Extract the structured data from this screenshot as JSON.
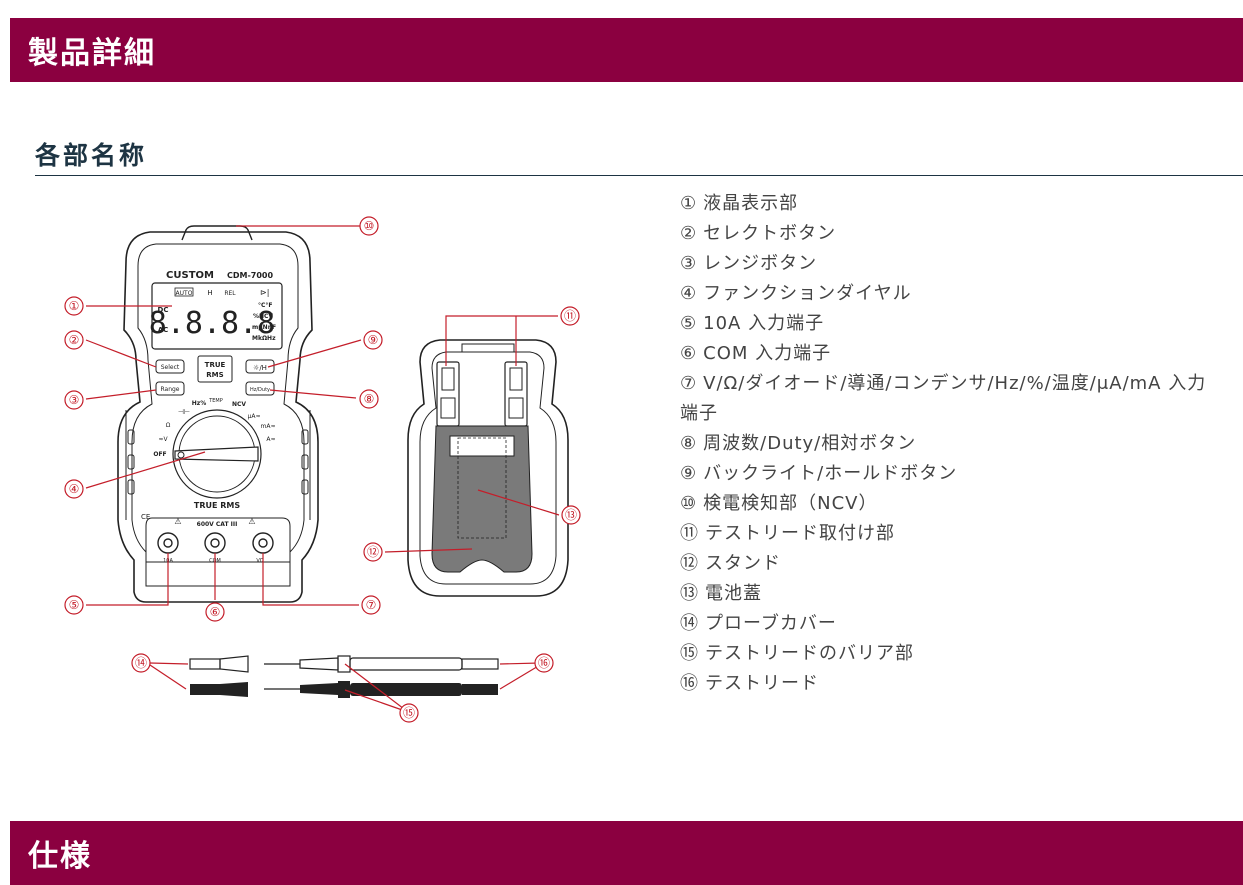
{
  "header": {
    "title": "製品詳細"
  },
  "section": {
    "title": "各部名称"
  },
  "footer": {
    "title": "仕様"
  },
  "parts": [
    {
      "num": "①",
      "label": "液晶表示部"
    },
    {
      "num": "②",
      "label": "セレクトボタン"
    },
    {
      "num": "③",
      "label": "レンジボタン"
    },
    {
      "num": "④",
      "label": "ファンクションダイヤル"
    },
    {
      "num": "⑤",
      "label": "10A 入力端子"
    },
    {
      "num": "⑥",
      "label": "COM 入力端子"
    },
    {
      "num": "⑦",
      "label": "V/Ω/ダイオード/導通/コンデンサ/Hz/%/温度/μA/mA 入力端子"
    },
    {
      "num": "⑧",
      "label": "周波数/Duty/相対ボタン"
    },
    {
      "num": "⑨",
      "label": "バックライト/ホールドボタン"
    },
    {
      "num": "⑩",
      "label": "検電検知部（NCV）"
    },
    {
      "num": "⑪",
      "label": "テストリード取付け部"
    },
    {
      "num": "⑫",
      "label": "スタンド"
    },
    {
      "num": "⑬",
      "label": "電池蓋"
    },
    {
      "num": "⑭",
      "label": "プローブカバー"
    },
    {
      "num": "⑮",
      "label": "テストリードのバリア部"
    },
    {
      "num": "⑯",
      "label": "テストリード"
    }
  ],
  "callouts": [
    "①",
    "②",
    "③",
    "④",
    "⑤",
    "⑥",
    "⑦",
    "⑧",
    "⑨",
    "⑩",
    "⑪",
    "⑫",
    "⑬",
    "⑭",
    "⑮",
    "⑯"
  ],
  "device": {
    "brand": "CUSTOM",
    "model": "CDM-7000",
    "lcd_digits": "8.8.8.8",
    "lcd_auto": "AUTO",
    "lcd_hold": "H",
    "lcd_rel": "REL",
    "lcd_dc": "DC",
    "lcd_ac": "AC",
    "lcd_units1": "°C°F",
    "lcd_units2": "%NCV",
    "lcd_units3": "mμNnF",
    "lcd_units4": "MkΩHz",
    "btn_select": "Select",
    "btn_range": "Range",
    "btn_hz_duty": "Hz/Duty",
    "true_rms_badge1": "TRUE",
    "true_rms_badge2": "RMS",
    "dial_hz": "Hz%",
    "dial_temp": "TEMP",
    "dial_ncv": "NCV",
    "dial_ua": "μA≂",
    "dial_ma": "mA≂",
    "dial_a": "A≂",
    "dial_v": "≂V",
    "dial_off": "OFF",
    "dial_true_rms": "TRUE RMS",
    "cat_rating": "600V CAT III",
    "jack_10a": "10A",
    "jack_com": "COM",
    "jack_v": "VΩ",
    "ce_mark": "CE"
  },
  "colors": {
    "banner": "#8b0040",
    "heading": "#1d3443",
    "callout": "#c41e2a"
  }
}
